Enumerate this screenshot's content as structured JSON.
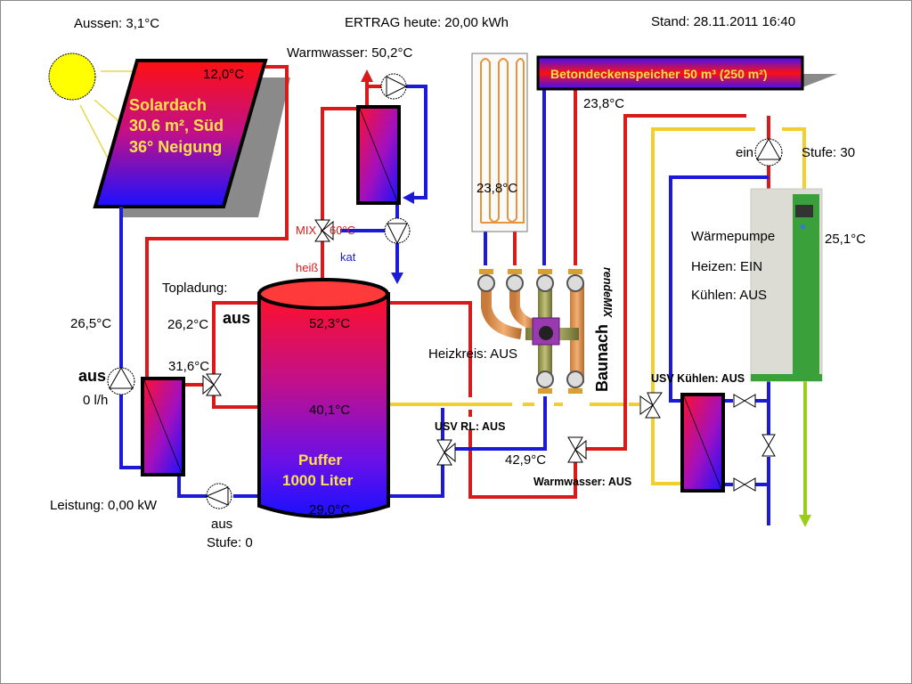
{
  "header": {
    "outside_temp": "Aussen: 3,1°C",
    "yield_today": "ERTRAG heute: 20,00 kWh",
    "timestamp": "Stand: 28.11.2011 16:40"
  },
  "solar": {
    "collector_temp": "12,0°C",
    "title_line1": "Solardach",
    "title_line2": "30.6 m², Süd",
    "title_line3": "36° Neigung",
    "return_temp": "26,5°C",
    "pump_state": "aus",
    "flow_rate": "0 l/h",
    "power": "Leistung: 0,00 kW",
    "secondary_pump_state": "aus",
    "secondary_pump_stage": "Stufe: 0"
  },
  "top_loading": {
    "label": "Topladung:",
    "state": "aus",
    "temp_top": "26,2°C",
    "temp_bottom": "31,6°C"
  },
  "hot_water": {
    "temp": "Warmwasser: 50,2°C",
    "mix_label": "MIX",
    "mix_setpoint": "60°C",
    "hot_label": "heiß",
    "cold_label": "kat"
  },
  "buffer": {
    "temp_top": "52,3°C",
    "temp_middle": "40,1°C",
    "temp_bottom": "29,0°C",
    "title_line1": "Puffer",
    "title_line2": "1000 Liter"
  },
  "ceiling_storage": {
    "title": "Betondeckenspeicher 50 m³ (250 m²)",
    "supply_temp": "23,8°C",
    "panel_temp": "23,8°C"
  },
  "mixing_station": {
    "brand": "Baunach",
    "model": "rendeMIX",
    "heating_circuit": "Heizkreis: AUS",
    "return_valve": "USV RL: AUS",
    "return_temp": "42,9°C",
    "hot_water_valve": "Warmwasser: AUS"
  },
  "heat_pump": {
    "pump_state": "ein",
    "pump_stage": "Stufe: 30",
    "title": "Wärmepumpe",
    "heating": "Heizen: EIN",
    "cooling": "Kühlen: AUS",
    "temp": "25,1°C",
    "cooling_valve": "USV Kühlen: AUS"
  },
  "colors": {
    "supply": "#d81a1a",
    "return": "#1a1ad8",
    "brine": "#f2cf2e",
    "ground": "#9acd1a",
    "sun": "#ffff00"
  }
}
